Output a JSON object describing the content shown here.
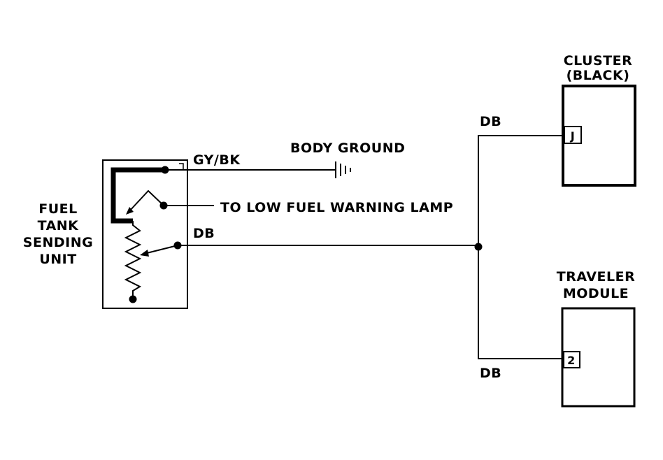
{
  "labels": {
    "sender_line1": "FUEL",
    "sender_line2": "TANK",
    "sender_line3": "SENDING",
    "sender_line4": "UNIT",
    "wire_gybk": "GY/BK",
    "body_ground": "BODY GROUND",
    "low_fuel": "TO LOW FUEL WARNING LAMP",
    "wire_db_sender": "DB",
    "wire_db_cluster": "DB",
    "wire_db_traveler": "DB",
    "cluster_line1": "CLUSTER",
    "cluster_line2": "(BLACK)",
    "traveler_line1": "TRAVELER",
    "traveler_line2": "MODULE",
    "pin_cluster": "J",
    "pin_traveler": "2"
  }
}
